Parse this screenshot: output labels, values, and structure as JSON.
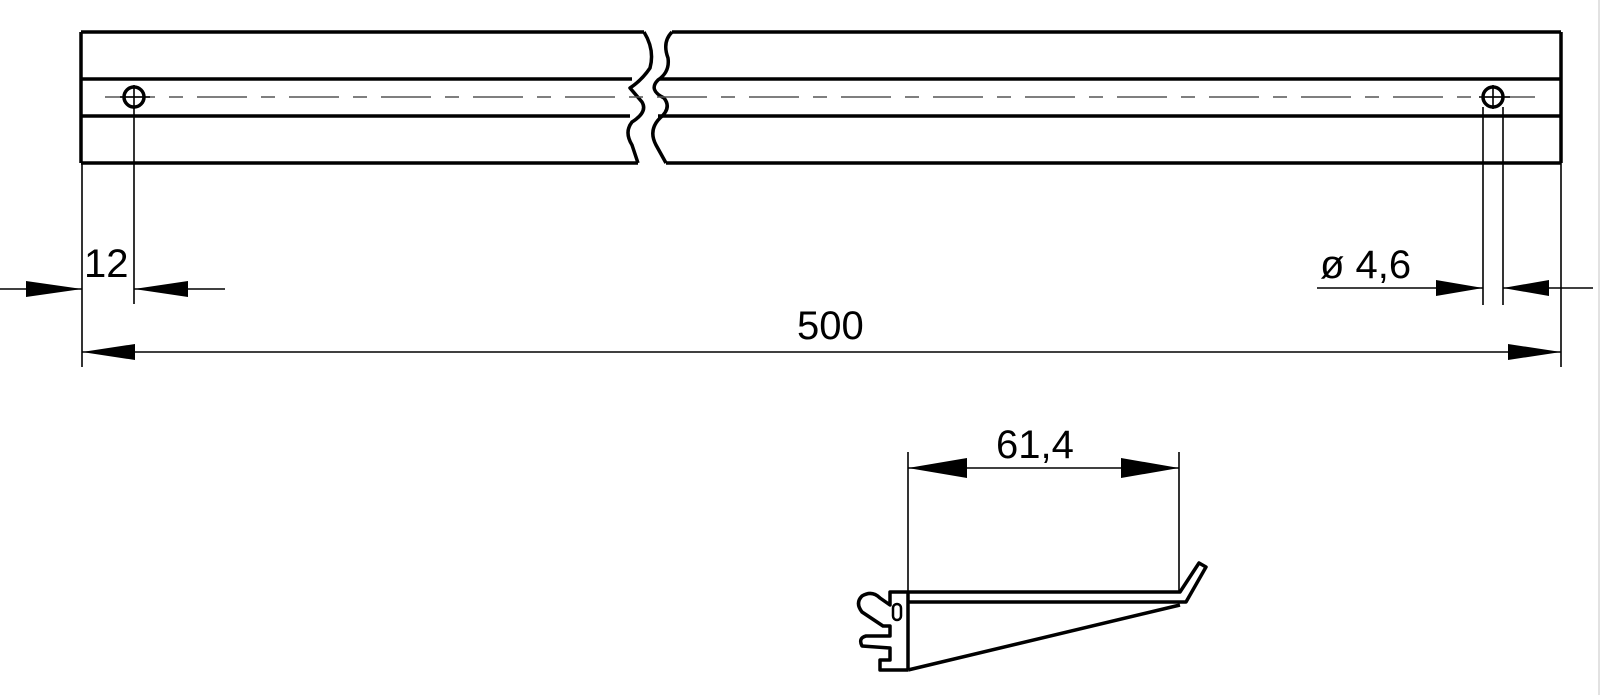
{
  "drawing": {
    "type": "technical-drawing",
    "subject": "shelf bracket rail with two mounting holes, top view and profile section",
    "line_color": "#000000",
    "background": "#ffffff"
  },
  "top_view": {
    "length_dimension": {
      "label": "500",
      "value": 500
    },
    "hole_offset_dimension": {
      "label": "12",
      "value": 12
    },
    "hole_diameter_dimension": {
      "label": "ø 4,6",
      "value": 4.6
    },
    "break_symbol": "double-wavy-break"
  },
  "profile_view": {
    "width_dimension": {
      "label": "61,4",
      "value": 61.4
    }
  }
}
